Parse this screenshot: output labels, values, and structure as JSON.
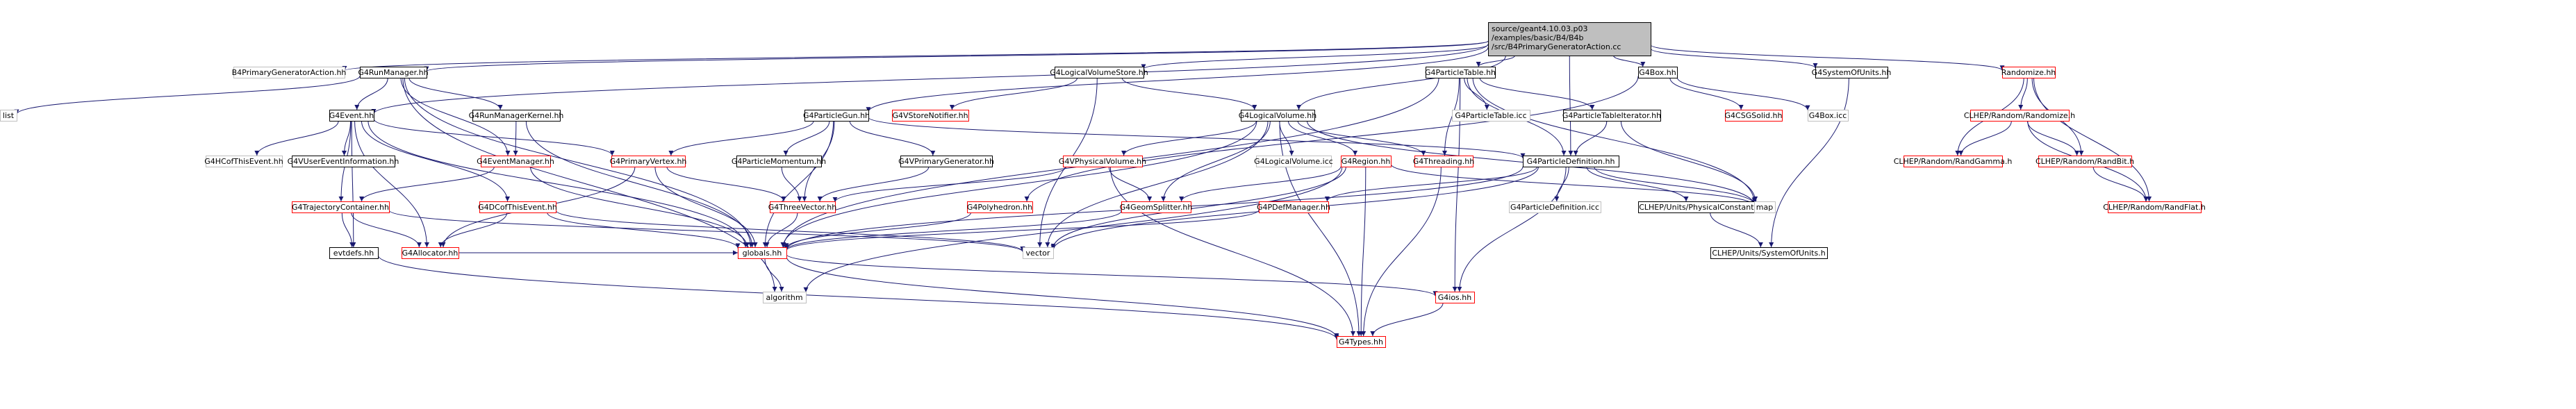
{
  "colors": {
    "root_fill": "#bfbfbf",
    "missing_border": "#bfbfbf",
    "red_border": "#ff0000",
    "black_border": "#000000",
    "edge": "#191970"
  },
  "nodes": [
    {
      "id": "root",
      "lines": [
        "source/geant4.10.03.p03",
        "/examples/basic/B4/B4b",
        "/src/B4PrimaryGeneratorAction.cc"
      ],
      "style": "root"
    },
    {
      "id": "B4PGA",
      "lines": [
        "B4PrimaryGeneratorAction.hh"
      ],
      "style": "missing"
    },
    {
      "id": "G4RunManager",
      "lines": [
        "G4RunManager.hh"
      ],
      "style": "black"
    },
    {
      "id": "G4LogicalVolumeStore",
      "lines": [
        "G4LogicalVolumeStore.hh"
      ],
      "style": "black"
    },
    {
      "id": "G4ParticleTable",
      "lines": [
        "G4ParticleTable.hh"
      ],
      "style": "black"
    },
    {
      "id": "G4Box",
      "lines": [
        "G4Box.hh"
      ],
      "style": "black"
    },
    {
      "id": "G4SystemOfUnits",
      "lines": [
        "G4SystemOfUnits.hh"
      ],
      "style": "black"
    },
    {
      "id": "Randomize",
      "lines": [
        "Randomize.hh"
      ],
      "style": "red"
    },
    {
      "id": "list",
      "lines": [
        "list"
      ],
      "style": "missing"
    },
    {
      "id": "G4Event",
      "lines": [
        "G4Event.hh"
      ],
      "style": "black"
    },
    {
      "id": "G4RunManagerKernel",
      "lines": [
        "G4RunManagerKernel.hh"
      ],
      "style": "black"
    },
    {
      "id": "G4VStoreNotifier",
      "lines": [
        "G4VStoreNotifier.hh"
      ],
      "style": "red"
    },
    {
      "id": "G4ParticleGun",
      "lines": [
        "G4ParticleGun.hh"
      ],
      "style": "black"
    },
    {
      "id": "G4LogicalVolume",
      "lines": [
        "G4LogicalVolume.hh"
      ],
      "style": "black"
    },
    {
      "id": "G4ParticleTableIcc",
      "lines": [
        "G4ParticleTable.icc"
      ],
      "style": "missing"
    },
    {
      "id": "G4ParticleTableIterator",
      "lines": [
        "G4ParticleTableIterator.hh"
      ],
      "style": "black"
    },
    {
      "id": "G4CSGSolid",
      "lines": [
        "G4CSGSolid.hh"
      ],
      "style": "red"
    },
    {
      "id": "G4BoxIcc",
      "lines": [
        "G4Box.icc"
      ],
      "style": "missing"
    },
    {
      "id": "CLHEPRandomize",
      "lines": [
        "CLHEP/Random/Randomize.h"
      ],
      "style": "red"
    },
    {
      "id": "G4HCofThisEvent",
      "lines": [
        "G4HCofThisEvent.hh"
      ],
      "style": "missing"
    },
    {
      "id": "G4VUserEventInformation",
      "lines": [
        "G4VUserEventInformation.hh"
      ],
      "style": "black"
    },
    {
      "id": "G4EventManager",
      "lines": [
        "G4EventManager.hh"
      ],
      "style": "red"
    },
    {
      "id": "G4PrimaryVertex",
      "lines": [
        "G4PrimaryVertex.hh"
      ],
      "style": "red"
    },
    {
      "id": "G4ParticleMomentum",
      "lines": [
        "G4ParticleMomentum.hh"
      ],
      "style": "black"
    },
    {
      "id": "G4VPrimaryGenerator",
      "lines": [
        "G4VPrimaryGenerator.hh"
      ],
      "style": "black"
    },
    {
      "id": "G4VPhysicalVolume",
      "lines": [
        "G4VPhysicalVolume.hh"
      ],
      "style": "red"
    },
    {
      "id": "G4LogicalVolumeIcc",
      "lines": [
        "G4LogicalVolume.icc"
      ],
      "style": "missing"
    },
    {
      "id": "G4Region",
      "lines": [
        "G4Region.hh"
      ],
      "style": "red"
    },
    {
      "id": "G4Threading",
      "lines": [
        "G4Threading.hh"
      ],
      "style": "red"
    },
    {
      "id": "G4ParticleDefinition",
      "lines": [
        "G4ParticleDefinition.hh"
      ],
      "style": "black"
    },
    {
      "id": "CLHEPRandGamma",
      "lines": [
        "CLHEP/Random/RandGamma.h"
      ],
      "style": "red"
    },
    {
      "id": "CLHEPRandBit",
      "lines": [
        "CLHEP/Random/RandBit.h"
      ],
      "style": "red"
    },
    {
      "id": "G4TrajectoryContainer",
      "lines": [
        "G4TrajectoryContainer.hh"
      ],
      "style": "red"
    },
    {
      "id": "G4DCofThisEvent",
      "lines": [
        "G4DCofThisEvent.hh"
      ],
      "style": "red"
    },
    {
      "id": "G4ThreeVector",
      "lines": [
        "G4ThreeVector.hh"
      ],
      "style": "red"
    },
    {
      "id": "G4Polyhedron",
      "lines": [
        "G4Polyhedron.hh"
      ],
      "style": "red"
    },
    {
      "id": "G4GeomSplitter",
      "lines": [
        "G4GeomSplitter.hh"
      ],
      "style": "red"
    },
    {
      "id": "G4PDefManager",
      "lines": [
        "G4PDefManager.hh"
      ],
      "style": "red"
    },
    {
      "id": "G4ParticleDefinitionIcc",
      "lines": [
        "G4ParticleDefinition.icc"
      ],
      "style": "missing"
    },
    {
      "id": "CLHEPPhysConst",
      "lines": [
        "CLHEP/Units/PhysicalConstants.h"
      ],
      "style": "black"
    },
    {
      "id": "map",
      "lines": [
        "map"
      ],
      "style": "missing"
    },
    {
      "id": "CLHEPRandFlat",
      "lines": [
        "CLHEP/Random/RandFlat.h"
      ],
      "style": "red"
    },
    {
      "id": "evtdefs",
      "lines": [
        "evtdefs.hh"
      ],
      "style": "black"
    },
    {
      "id": "G4Allocator",
      "lines": [
        "G4Allocator.hh"
      ],
      "style": "red"
    },
    {
      "id": "globals",
      "lines": [
        "globals.hh"
      ],
      "style": "red"
    },
    {
      "id": "vector",
      "lines": [
        "vector"
      ],
      "style": "missing"
    },
    {
      "id": "CLHEPSysUnits",
      "lines": [
        "CLHEP/Units/SystemOfUnits.h"
      ],
      "style": "black"
    },
    {
      "id": "algorithm",
      "lines": [
        "algorithm"
      ],
      "style": "missing"
    },
    {
      "id": "G4ios",
      "lines": [
        "G4ios.hh"
      ],
      "style": "red"
    },
    {
      "id": "G4Types",
      "lines": [
        "G4Types.hh"
      ],
      "style": "red"
    }
  ],
  "edges": [
    [
      "root",
      "B4PGA"
    ],
    [
      "root",
      "G4RunManager"
    ],
    [
      "root",
      "G4LogicalVolumeStore"
    ],
    [
      "root",
      "G4LogicalVolume"
    ],
    [
      "root",
      "G4ParticleTable"
    ],
    [
      "root",
      "G4Box"
    ],
    [
      "root",
      "G4SystemOfUnits"
    ],
    [
      "root",
      "Randomize"
    ],
    [
      "root",
      "G4ParticleGun"
    ],
    [
      "root",
      "G4Event"
    ],
    [
      "root",
      "G4ParticleDefinition"
    ],
    [
      "G4RunManager",
      "list"
    ],
    [
      "G4RunManager",
      "G4Event"
    ],
    [
      "G4RunManager",
      "G4RunManagerKernel"
    ],
    [
      "G4RunManager",
      "G4EventManager"
    ],
    [
      "G4RunManager",
      "globals"
    ],
    [
      "G4RunManager",
      "algorithm"
    ],
    [
      "G4Event",
      "G4HCofThisEvent"
    ],
    [
      "G4Event",
      "G4VUserEventInformation"
    ],
    [
      "G4Event",
      "G4PrimaryVertex"
    ],
    [
      "G4Event",
      "G4TrajectoryContainer"
    ],
    [
      "G4Event",
      "G4DCofThisEvent"
    ],
    [
      "G4Event",
      "evtdefs"
    ],
    [
      "G4Event",
      "G4Allocator"
    ],
    [
      "G4Event",
      "globals"
    ],
    [
      "G4RunManagerKernel",
      "G4EventManager"
    ],
    [
      "G4RunManagerKernel",
      "globals"
    ],
    [
      "G4EventManager",
      "G4TrajectoryContainer"
    ],
    [
      "G4EventManager",
      "globals"
    ],
    [
      "G4LogicalVolumeStore",
      "G4VStoreNotifier"
    ],
    [
      "G4LogicalVolumeStore",
      "G4LogicalVolume"
    ],
    [
      "G4LogicalVolumeStore",
      "vector"
    ],
    [
      "G4ParticleGun",
      "G4PrimaryVertex"
    ],
    [
      "G4ParticleGun",
      "G4ParticleMomentum"
    ],
    [
      "G4ParticleGun",
      "G4VPrimaryGenerator"
    ],
    [
      "G4ParticleGun",
      "G4ThreeVector"
    ],
    [
      "G4ParticleGun",
      "G4ParticleDefinition"
    ],
    [
      "G4ParticleGun",
      "globals"
    ],
    [
      "G4PrimaryVertex",
      "G4ThreeVector"
    ],
    [
      "G4PrimaryVertex",
      "G4Allocator"
    ],
    [
      "G4PrimaryVertex",
      "globals"
    ],
    [
      "G4ParticleMomentum",
      "G4ThreeVector"
    ],
    [
      "G4VPrimaryGenerator",
      "G4ThreeVector"
    ],
    [
      "G4LogicalVolume",
      "G4VPhysicalVolume"
    ],
    [
      "G4LogicalVolume",
      "G4LogicalVolumeIcc"
    ],
    [
      "G4LogicalVolume",
      "G4Region"
    ],
    [
      "G4LogicalVolume",
      "G4Threading"
    ],
    [
      "G4LogicalVolume",
      "G4GeomSplitter"
    ],
    [
      "G4LogicalVolume",
      "vector"
    ],
    [
      "G4LogicalVolume",
      "map"
    ],
    [
      "G4LogicalVolume",
      "globals"
    ],
    [
      "G4LogicalVolume",
      "G4Types"
    ],
    [
      "G4VPhysicalVolume",
      "G4ThreeVector"
    ],
    [
      "G4VPhysicalVolume",
      "G4GeomSplitter"
    ],
    [
      "G4VPhysicalVolume",
      "G4Types"
    ],
    [
      "G4Region",
      "G4GeomSplitter"
    ],
    [
      "G4Region",
      "vector"
    ],
    [
      "G4Region",
      "map"
    ],
    [
      "G4Region",
      "G4Types"
    ],
    [
      "G4Region",
      "algorithm"
    ],
    [
      "G4ParticleTable",
      "G4ParticleTableIcc"
    ],
    [
      "G4ParticleTable",
      "G4ParticleTableIterator"
    ],
    [
      "G4ParticleTable",
      "G4Threading"
    ],
    [
      "G4ParticleTable",
      "G4ParticleDefinition"
    ],
    [
      "G4ParticleTable",
      "globals"
    ],
    [
      "G4ParticleTable",
      "map"
    ],
    [
      "G4ParticleTable",
      "G4ios"
    ],
    [
      "G4ParticleTableIterator",
      "G4ParticleDefinition"
    ],
    [
      "G4ParticleTableIterator",
      "map"
    ],
    [
      "G4ParticleDefinition",
      "G4ParticleDefinitionIcc"
    ],
    [
      "G4ParticleDefinition",
      "CLHEPPhysConst"
    ],
    [
      "G4ParticleDefinition",
      "G4PDefManager"
    ],
    [
      "G4ParticleDefinition",
      "G4ios"
    ],
    [
      "G4ParticleDefinition",
      "vector"
    ],
    [
      "G4ParticleDefinition",
      "globals"
    ],
    [
      "G4ParticleDefinition",
      "map"
    ],
    [
      "G4Threading",
      "G4Types"
    ],
    [
      "G4PDefManager",
      "globals"
    ],
    [
      "G4Box",
      "G4CSGSolid"
    ],
    [
      "G4Box",
      "G4BoxIcc"
    ],
    [
      "G4Box",
      "G4Polyhedron"
    ],
    [
      "G4Polyhedron",
      "globals"
    ],
    [
      "G4GeomSplitter",
      "globals"
    ],
    [
      "G4SystemOfUnits",
      "CLHEPSysUnits"
    ],
    [
      "CLHEPPhysConst",
      "CLHEPSysUnits"
    ],
    [
      "Randomize",
      "CLHEPRandomize"
    ],
    [
      "Randomize",
      "CLHEPRandGamma"
    ],
    [
      "Randomize",
      "CLHEPRandBit"
    ],
    [
      "Randomize",
      "CLHEPRandFlat"
    ],
    [
      "CLHEPRandomize",
      "CLHEPRandGamma"
    ],
    [
      "CLHEPRandomize",
      "CLHEPRandBit"
    ],
    [
      "CLHEPRandomize",
      "CLHEPRandFlat"
    ],
    [
      "CLHEPRandBit",
      "CLHEPRandFlat"
    ],
    [
      "G4TrajectoryContainer",
      "evtdefs"
    ],
    [
      "G4TrajectoryContainer",
      "G4Allocator"
    ],
    [
      "G4TrajectoryContainer",
      "vector"
    ],
    [
      "G4DCofThisEvent",
      "G4Allocator"
    ],
    [
      "G4DCofThisEvent",
      "globals"
    ],
    [
      "G4DCofThisEvent",
      "vector"
    ],
    [
      "G4ThreeVector",
      "globals"
    ],
    [
      "G4Allocator",
      "globals"
    ],
    [
      "evtdefs",
      "G4Types"
    ],
    [
      "globals",
      "algorithm"
    ],
    [
      "globals",
      "G4ios"
    ],
    [
      "globals",
      "G4Types"
    ],
    [
      "G4ios",
      "G4Types"
    ]
  ]
}
